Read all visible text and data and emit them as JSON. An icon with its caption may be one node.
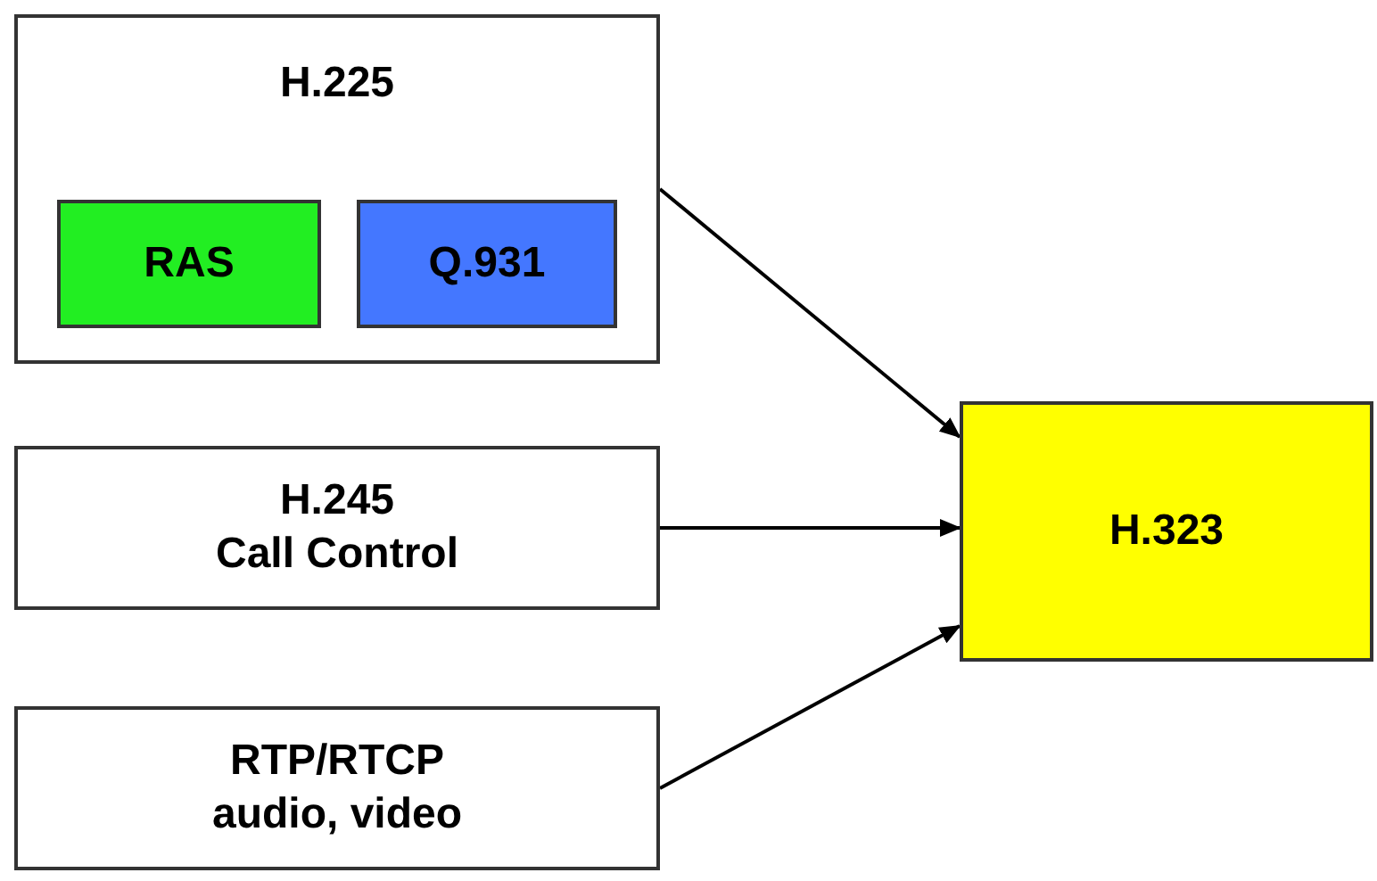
{
  "diagram": {
    "nodes": [
      {
        "text": [
          "H.225"
        ]
      },
      {
        "text": [
          "RAS"
        ],
        "in": 0
      },
      {
        "text": [
          "Q.931"
        ],
        "in": 0
      },
      {
        "text": [
          "H.245",
          "Call Control"
        ]
      },
      {
        "text": [
          "RTP/RTCP",
          "audio, video"
        ]
      },
      {
        "text": [
          "H.323"
        ]
      }
    ],
    "edges": [
      {
        "from": 0,
        "to": 5,
        "arrow": "to"
      },
      {
        "from": 3,
        "to": 5,
        "arrow": "to"
      },
      {
        "from": 4,
        "to": 5,
        "arrow": "to"
      }
    ]
  }
}
